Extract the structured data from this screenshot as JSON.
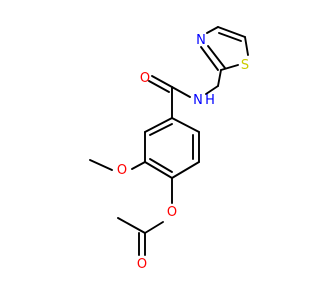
{
  "molecule": {
    "atoms": [
      {
        "id": "O_carbonyl",
        "symbol": "O",
        "color": "#ff0000"
      },
      {
        "id": "N_amide",
        "symbol": "N",
        "color": "#0000ff"
      },
      {
        "id": "H_amide",
        "symbol": "H",
        "color": "#0000ff"
      },
      {
        "id": "N_thiazole",
        "symbol": "N",
        "color": "#0000ff"
      },
      {
        "id": "S_thiazole",
        "symbol": "S",
        "color": "#cccc00"
      },
      {
        "id": "O_methoxy",
        "symbol": "O",
        "color": "#ff0000"
      },
      {
        "id": "O_ester",
        "symbol": "O",
        "color": "#ff0000"
      },
      {
        "id": "O_acetyl",
        "symbol": "O",
        "color": "#ff0000"
      }
    ],
    "bond_color": "#000000"
  }
}
